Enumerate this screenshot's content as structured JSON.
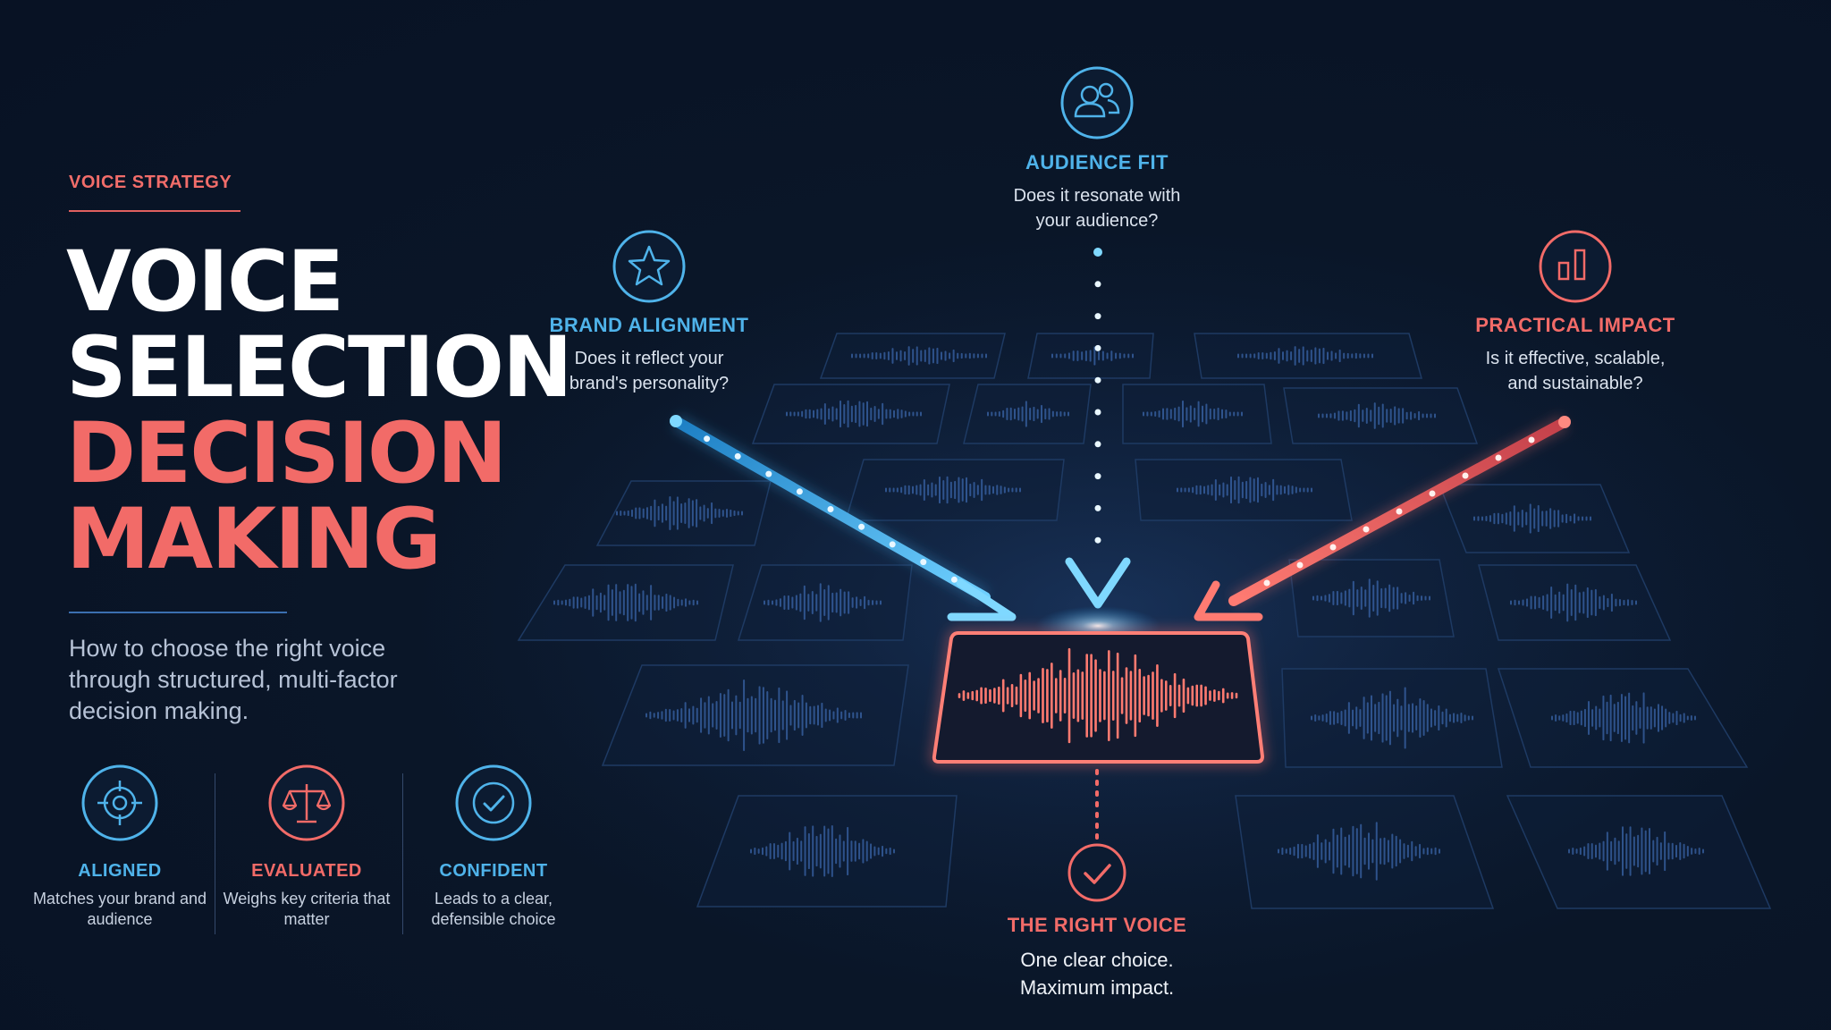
{
  "eyebrow": "VOICE STRATEGY",
  "title": {
    "line1": "VOICE",
    "line2": "SELECTION",
    "line3": "DECISION",
    "line4": "MAKING"
  },
  "subtitle": "How to choose the right voice through structured, multi-factor decision making.",
  "features": [
    {
      "label": "ALIGNED",
      "desc": "Matches your brand and audience",
      "icon": "target-icon",
      "color": "#4fb3ea"
    },
    {
      "label": "EVALUATED",
      "desc": "Weighs key criteria that matter",
      "icon": "scale-icon",
      "color": "#f26b68"
    },
    {
      "label": "CONFIDENT",
      "desc": "Leads to a clear, defensible choice",
      "icon": "check-circle-icon",
      "color": "#4fb3ea"
    }
  ],
  "criteria": {
    "audience_fit": {
      "label": "AUDIENCE FIT",
      "desc_line1": "Does it resonate with",
      "desc_line2": "your audience?",
      "icon": "users-icon",
      "color": "#4fb3ea"
    },
    "brand_alignment": {
      "label": "BRAND ALIGNMENT",
      "desc_line1": "Does it reflect your",
      "desc_line2": "brand's personality?",
      "icon": "star-icon",
      "color": "#4fb3ea"
    },
    "practical_impact": {
      "label": "PRACTICAL IMPACT",
      "desc_line1": "Is it effective, scalable,",
      "desc_line2": "and sustainable?",
      "icon": "bar-chart-icon",
      "color": "#f26b68"
    }
  },
  "result": {
    "label": "THE RIGHT VOICE",
    "desc_line1": "One clear choice.",
    "desc_line2": "Maximum impact.",
    "icon": "check-circle-icon",
    "color": "#f26b68"
  },
  "colors": {
    "background": "#0a1628",
    "accent_blue": "#4fb3ea",
    "accent_red": "#f26b68",
    "card_border": "#1e3a63"
  }
}
